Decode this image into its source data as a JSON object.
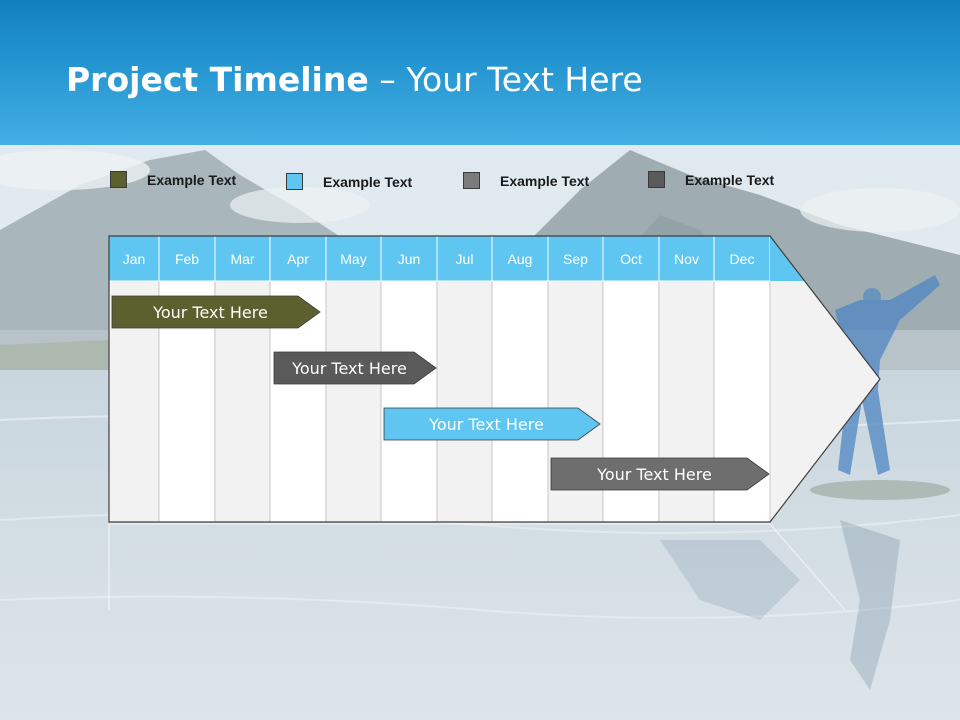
{
  "header": {
    "title_bold": "Project Timeline",
    "title_rest": " – Your Text Here",
    "color": "#1e8ccb"
  },
  "legend": [
    {
      "label": "Example Text",
      "color": "#5c5f2e"
    },
    {
      "label": "Example Text",
      "color": "#5ec6f0"
    },
    {
      "label": "Example Text",
      "color": "#7b7b7b"
    },
    {
      "label": "Example Text",
      "color": "#5a5a5a"
    }
  ],
  "months": [
    "Jan",
    "Feb",
    "Mar",
    "Apr",
    "May",
    "Jun",
    "Jul",
    "Aug",
    "Sep",
    "Oct",
    "Nov",
    "Dec"
  ],
  "tasks": [
    {
      "label": "Your  Text Here",
      "color": "#5c5f2e",
      "start_month": "Jan",
      "end_month": "Apr"
    },
    {
      "label": "Your  Text Here",
      "color": "#5a5a5a",
      "start_month": "Apr",
      "end_month": "Jun"
    },
    {
      "label": "Your  Text Here",
      "color": "#5ec6f0",
      "start_month": "Jun",
      "end_month": "Sep"
    },
    {
      "label": "Your  Text Here",
      "color": "#6e6e6e",
      "start_month": "Sep",
      "end_month": "Dec"
    }
  ],
  "colors": {
    "month_header": "#5ec6f0",
    "column_light": "#f2f2f2",
    "column_white": "#ffffff"
  }
}
